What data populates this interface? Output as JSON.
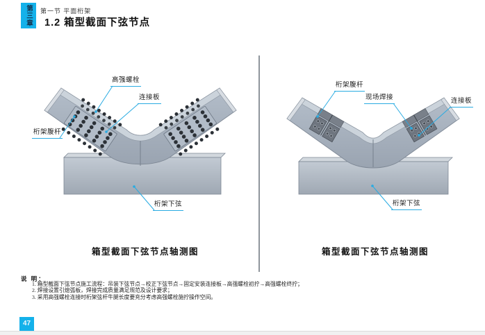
{
  "page": {
    "chapter_badge": "第三章",
    "section_header": "第一节 平面桁架",
    "title": "1.2 箱型截面下弦节点",
    "page_number": "47"
  },
  "figures": {
    "left": {
      "caption": "箱型截面下弦节点轴测图",
      "labels": {
        "bolt": "高强螺栓",
        "plate": "连接板",
        "web": "桁架腹杆",
        "chord": "桁架下弦"
      }
    },
    "right": {
      "caption": "箱型截面下弦节点轴测图",
      "labels": {
        "web": "桁架腹杆",
        "weld": "现场焊接",
        "plate": "连接板",
        "chord": "桁架下弦"
      }
    }
  },
  "notes": {
    "heading": "说 明：",
    "items": [
      "1. 箱型截面下弦节点施工流程：吊装下弦节点→校正下弦节点→固定安装连接板→高强螺栓初拧→高强螺栓终拧；",
      "2. 焊接设置引熄弧板，焊接完成质量满足规范及设计要求；",
      "3. 采用高强螺栓连接时桁架弦杆牛腿长度要充分考虑高强螺栓施拧操作空间。"
    ]
  },
  "colors": {
    "accent": "#14b1ea",
    "leader": "#29abe2",
    "steel_front": "#aab4c1",
    "steel_top": "#cbd3db",
    "bolt": "#2c3137"
  }
}
